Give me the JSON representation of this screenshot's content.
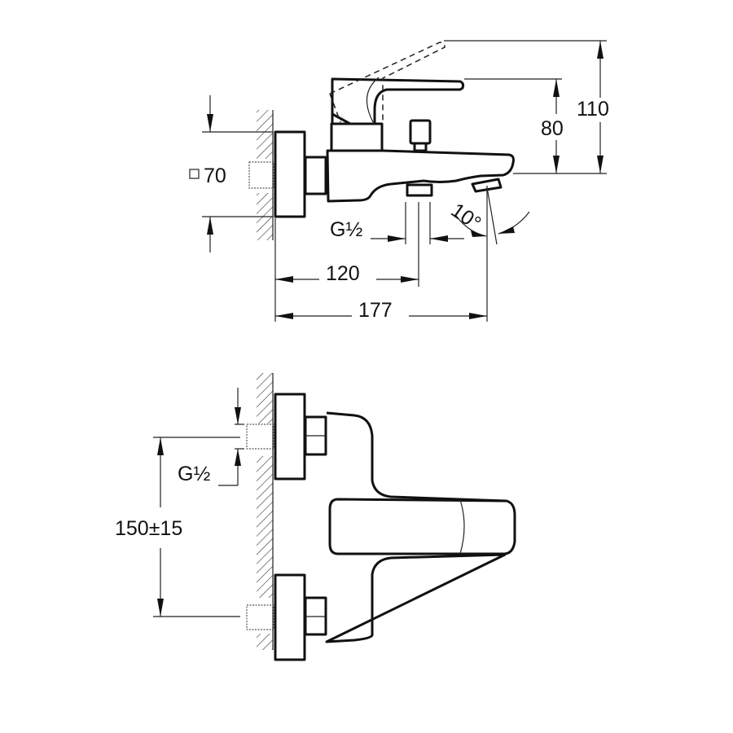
{
  "side_view": {
    "dim_height_total": "110",
    "dim_height_lever": "80",
    "dim_flange_square_symbol": "□",
    "dim_flange_square": "70",
    "dim_thread": "G½",
    "dim_angle": "10°",
    "dim_outlet_distance": "120",
    "dim_spout_length": "177"
  },
  "front_view": {
    "dim_thread": "G½",
    "dim_center_distance": "150±15"
  },
  "colors": {
    "line": "#111111",
    "background": "#ffffff"
  }
}
